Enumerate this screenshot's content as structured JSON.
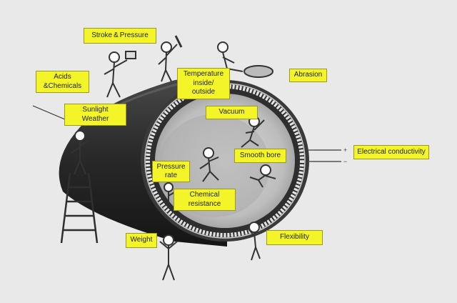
{
  "labels": {
    "stroke_pressure": "Stroke & Pressure",
    "acids_chemicals": "Acids\n&Chemicals",
    "sunlight_weather": "Sunlight\nWeather",
    "temperature": "Temperature\ninside/\noutside",
    "abrasion": "Abrasion",
    "vacuum": "Vacuum",
    "smooth_bore": "Smooth bore",
    "electrical_conductivity": "Electrical conductivity",
    "pressure_rate": "Pressure\nrate",
    "chemical_resistance": "Chemical\nresistance",
    "weight": "Weight",
    "flexibility": "Flexibility"
  },
  "terminal_signs": {
    "plus": "+",
    "minus": "−"
  },
  "colors": {
    "label_fill": "#f3f528",
    "pipe_dark": "#2b2b2b",
    "background": "#e9e9e9"
  }
}
